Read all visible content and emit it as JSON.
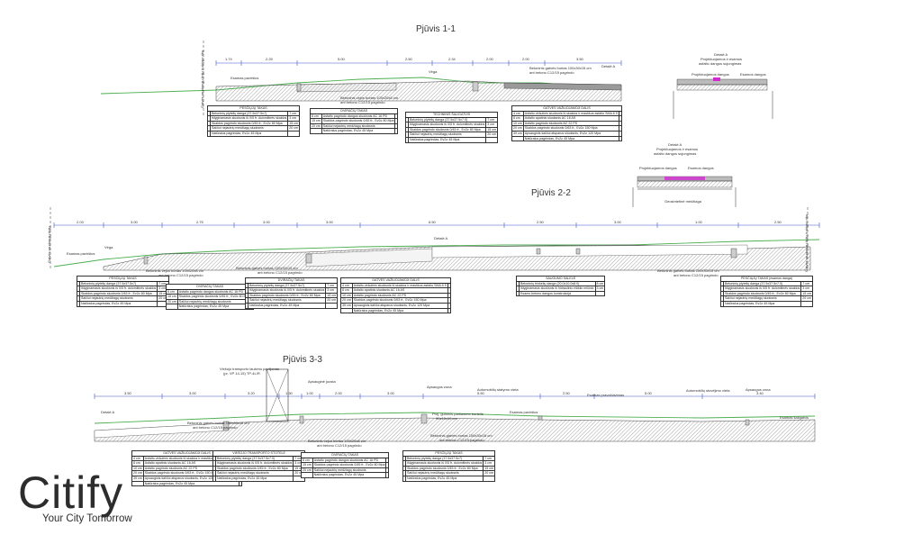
{
  "sections": {
    "s1": {
      "title": "Pjūvis 1-1",
      "dims": [
        "1.74",
        "2.25",
        "5.00",
        "2.50",
        "2.34",
        "2.00",
        "2.00",
        "3.50"
      ],
      "labels": {
        "existing_surface": "Esamas paviršius",
        "vega": "Vėga",
        "detail_a": "Detalė A",
        "curb_1": "Betoninis gatvės bortas 100x30x15 cm",
        "curb_1b": "ant betono C12/15 pagrindo",
        "curb_2": "Betoninis vejos bortas 100x20x8 cm",
        "curb_2b": "ant betono C12/15 pagrindo",
        "vertical_note": "Gatvės raudonųjų linijų ir sklypo ribų"
      },
      "tables": [
        {
          "title": "PĖSČIŲJŲ TAKAS",
          "rows": [
            [
              "",
              "Betoninių plytelių danga (37.5x37.5x7)",
              "7 cm"
            ],
            [
              "",
              "Išlyginamasis sluoksnis iš 0/5 fr. dolomitinės skaldos",
              "3 cm"
            ],
            [
              "",
              "Skaldos pagrindo sluoksnis 0/45 fr., Ev2≥ 80 Mpa",
              "15 cm"
            ],
            [
              "",
              "Šalčiui nejautrių medžiagų sluoksnis",
              "20 cm"
            ],
            [
              "",
              "Natūralus pagrindas, Ev2≥ 45 Mpa",
              ""
            ]
          ]
        },
        {
          "title": "DVIRAČIŲ TAKAS",
          "rows": [
            [
              "6 cm",
              "Asfalto pagrindo dangos sluoksnis AC 16 PD",
              ""
            ],
            [
              "15 cm",
              "Skaldos pagrindo sluoksnis 0/45 fr., Ev2≥ 80 Mpa",
              ""
            ],
            [
              "20 cm",
              "Šalčiui nejautrių medžiagų sluoksnis",
              ""
            ],
            [
              "",
              "Natūralus pagrindas, Ev2≥ 45 Mpa",
              ""
            ]
          ]
        },
        {
          "title": "TECHNINIS ŠALIGATVIS",
          "rows": [
            [
              "",
              "Betoninių plytelių danga (37.5x37.5x7.0)",
              "7 cm"
            ],
            [
              "",
              "Išlyginamasis sluoksnis iš 0/5 fr. dolomitinės skaldos",
              "3 cm"
            ],
            [
              "",
              "Skaldos pagrindo sluoksnis 0/45 fr., Ev2≥ 80 Mpa",
              "15 cm"
            ],
            [
              "",
              "Šalčiui nejautrių medžiagų sluoksnis",
              "20 cm"
            ],
            [
              "",
              "Natūralus pagrindas, Ev2≥ 45 Mpa",
              ""
            ]
          ]
        },
        {
          "title": "GATVĖS VAŽIUOJAMOJI DALIS",
          "rows": [
            [
              "4 cm",
              "Asfalto viršutinis sluoksnis iš skaldos ir mastikos asfalto SMA 8 S",
              ""
            ],
            [
              "8 cm",
              "Asfalto apatinis sluoksnis AC 16 AS",
              ""
            ],
            [
              "10 cm",
              "Asfalto pagrindo sluoksnis AC 22 PS",
              ""
            ],
            [
              "20 cm",
              "Skaldos pagrindo sluoksnis 0/63 fr., Ev2≥ 150 Mpa",
              ""
            ],
            [
              "39 cm",
              "Apsauginis šalčiui atsparus sluoksnis, Ev2≥ 120 Mpa",
              ""
            ],
            [
              "",
              "Natūralus pagrindas, Ev2≥ 45 Mpa",
              ""
            ]
          ]
        }
      ]
    },
    "detail1": {
      "title_lines": [
        "Detalė A",
        "Projektuojamos ir esamos",
        "asfalto dangos sujungimas"
      ],
      "designed": "Projektuojamos dangos",
      "existing": "Esamos dangos"
    },
    "detail2": {
      "title_lines": [
        "Detalė A",
        "Projektuojamos ir esamos",
        "asfalto dangos sujungimas"
      ],
      "designed": "Projektuojamos dangos",
      "existing": "Esamos dangos",
      "geotextile": "Geosintetinė medžiaga"
    },
    "s2": {
      "title": "Pjūvis 2-2",
      "dims": [
        "2.03",
        "3.00",
        "2.75",
        "3.00",
        "3.00",
        "6.50",
        "2.50",
        "3.00",
        "1.00",
        "2.50"
      ],
      "labels": {
        "existing_surface": "Esamas paviršius",
        "vega": "Vėga",
        "detail_a": "Detalė A",
        "curb_1": "Betoninis vejos bortas 100x20x8 cm",
        "curb_1b": "ant betono C12/15 pagrindo",
        "curb_2": "Betoninis gatvės bortas 100x30x15 cm",
        "curb_2b": "ant betono C12/15 pagrindo",
        "curb_3": "Betoninis gatvės bortas 100x30x15 cm",
        "curb_3b": "ant betono C12/15 pagrindo",
        "vertical_left": "Gatvės raudonųjų linijų",
        "vertical_right": "Gatvės raudonųjų linijų ir sklypo ribų"
      },
      "tables": [
        {
          "title": "PĖSČIŲJŲ TAKAS",
          "rows": [
            [
              "",
              "Betoninių plytelių danga (37.5x37.5x7)",
              "7 cm"
            ],
            [
              "",
              "Išlyginamasis sluoksnis iš 0/5 fr. dolomitinės skaldos",
              "3 cm"
            ],
            [
              "",
              "Skaldos pagrindo sluoksnis 0/45 fr., Ev2≥ 80 Mpa",
              "15 cm"
            ],
            [
              "",
              "Šalčiui nejautrių medžiagų sluoksnis",
              "20 cm"
            ],
            [
              "",
              "Natūralus pagrindas, Ev2≥ 45 Mpa",
              ""
            ]
          ]
        },
        {
          "title": "DVIRAČIŲ TAKAS",
          "rows": [
            [
              "6 cm",
              "Asfalto pagrindo dangos sluoksnis AC 16 PD",
              ""
            ],
            [
              "15 cm",
              "Skaldos pagrindo sluoksnis 0/45 fr., Ev2≥ 80 Mpa",
              ""
            ],
            [
              "20 cm",
              "Šalčiui nejautrių medžiagų sluoksnis",
              ""
            ],
            [
              "",
              "Natūralus pagrindas, Ev2≥ 45 Mpa",
              ""
            ]
          ]
        },
        {
          "title": "DVIRAČIŲ TAKAS",
          "rows": [
            [
              "",
              "Betoninių plytelių danga (37.5x37.5x7)",
              "7 cm"
            ],
            [
              "",
              "Išlyginamasis sluoksnis iš 0/5 fr. dolomitinės skaldos",
              "3 cm"
            ],
            [
              "",
              "Skaldos pagrindo sluoksnis 0/45 fr., Ev2≥ 80 Mpa",
              "15 cm"
            ],
            [
              "",
              "Šalčiui nejautrių medžiagų sluoksnis",
              "20 cm"
            ],
            [
              "",
              "Natūralus pagrindas, Ev2≥ 45 Mpa",
              ""
            ]
          ]
        },
        {
          "title": "GATVĖS VAŽIUOJAMOJI DALIS",
          "rows": [
            [
              "4 cm",
              "Asfalto viršutinis sluoksnis iš skaldos ir mastikos asfalto SMA 8 S",
              ""
            ],
            [
              "8 cm",
              "Asfalto apatinis sluoksnis AC 16 AS",
              ""
            ],
            [
              "10 cm",
              "Asfalto pagrindo sluoksnis AC 22 PS",
              ""
            ],
            [
              "20 cm",
              "Skaldos pagrindo sluoksnis 0/63 fr., Ev2≥ 150 Mpa",
              ""
            ],
            [
              "39 cm",
              "Apsauginis šalčiui atsparus sluoksnis, Ev2≥ 120 Mpa",
              ""
            ],
            [
              "",
              "Natūralus pagrindas, Ev2≥ 45 Mpa",
              ""
            ]
          ]
        },
        {
          "title": "SAUGUMO SALELĖ",
          "rows": [
            [
              "",
              "Betoninių trinkelių danga (20.0x10.0x8.0)",
              "8 cm"
            ],
            [
              "",
              "Išlyginamasis sluoksnis iš hidraulinio rišiklio mišinio",
              "3 cm"
            ],
            [
              "",
              "Esamo betono dangos konstrukcija",
              ""
            ]
          ]
        },
        {
          "title": "PĖSČIŲJŲ TAKAS (esamos danga)",
          "rows": [
            [
              "",
              "Betoninių plytelių danga (37.5x37.5x7.0)",
              "7 cm"
            ],
            [
              "",
              "Išlyginamasis sluoksnis iš 0/5 fr. dolomitinės skaldos",
              "3 cm"
            ],
            [
              "",
              "Skaldos pagrindo sluoksnis 0/45 fr., Ev2≥ 80 Mpa",
              "15 cm"
            ],
            [
              "",
              "Šalčiui nejautrių medžiagų sluoksnis",
              "20 cm"
            ],
            [
              "",
              "Natūralus pagrindas, Ev2≥ 45 Mpa",
              ""
            ]
          ]
        }
      ]
    },
    "s3": {
      "title": "Pjūvis 3-3",
      "dims": [
        "3.50",
        "3.00",
        "3.20",
        "1.30",
        "1.00",
        "2.00",
        "3.00",
        "5.50",
        "2.50",
        "5.00",
        "3.40"
      ],
      "labels": {
        "detail_a": "Detalė A",
        "transport_pavilion": "Viešojo transporto laukimo paviljonas",
        "transport_pavilion_b": "(pr. VP 14-15) TP-4L/R",
        "protective_strip": "Apsauginė juosta",
        "protective_zone": "Apsaugos zona",
        "parking": "Automobilių statymo vieta",
        "existing_passage": "Esamas pravažiavimas",
        "parking_2": "Automobilių stovėjimo vieta",
        "protective_zone_2": "Apsaugos zona",
        "existing_surface": "Esamas paviršius",
        "existing_sidewalk": "Esamas šaligatvis",
        "curb_1": "Betoninis gatvės bortas 100x30x15 cm",
        "curb_1b": "ant betono C12/15 pagrindo",
        "curb_2": "Betoninis vejos bortas 100x20x8 cm",
        "curb_2b": "ant betono C12/15 pagrindo",
        "curb_3": "Betoninis gatvės bortas 100x30x15 cm",
        "curb_3b": "ant betono C12/15 pagrindo",
        "parking_curb": "Proj. guminis parkavimo bortelis",
        "parking_curb_b": "90x15x10 cm"
      },
      "tables": [
        {
          "title": "GATVĖS VAŽIUOJAMOJI DALIS",
          "rows": [
            [
              "4 cm",
              "Asfalto viršutinis sluoksnis iš skaldos ir mastikos asfalto SMA 8 S",
              ""
            ],
            [
              "8 cm",
              "Asfalto apatinis sluoksnis AC 16 AS",
              ""
            ],
            [
              "10 cm",
              "Asfalto pagrindo sluoksnis AC 22 PS",
              ""
            ],
            [
              "20 cm",
              "Skaldos pagrindo sluoksnis 0/63 fr., Ev2≥ 150 Mpa",
              ""
            ],
            [
              "39 cm",
              "Apsauginis šalčiui atsparus sluoksnis, Ev2≥ 120 Mpa",
              ""
            ],
            [
              "",
              "Natūralus pagrindas, Ev2≥ 45 Mpa",
              ""
            ]
          ]
        },
        {
          "title": "VIEŠOJO TRANSPORTO STOTELĖ",
          "rows": [
            [
              "",
              "Betoninių plytelių danga (37.5x37.5x7.0)",
              "7 cm"
            ],
            [
              "",
              "Išlyginamasis sluoksnis iš 0/5 fr. dolomitinės skaldos",
              "3 cm"
            ],
            [
              "",
              "Skaldos pagrindo sluoksnis 0/45 fr., Ev2≥ 80 Mpa",
              "15 cm"
            ],
            [
              "",
              "Šalčiui nejautrių medžiagų sluoksnis",
              "20 cm"
            ],
            [
              "",
              "Natūralus pagrindas, Ev2≥ 45 Mpa",
              ""
            ]
          ]
        },
        {
          "title": "DVIRAČIŲ TAKAS",
          "rows": [
            [
              "6 cm",
              "Asfalto pagrindo dangos sluoksnis AC 16 PD",
              ""
            ],
            [
              "15 cm",
              "Skaldos pagrindo sluoksnis 0/45 fr., Ev2≥ 80 Mpa",
              ""
            ],
            [
              "20 cm",
              "Šalčiui nejautrių medžiagų sluoksnis",
              ""
            ],
            [
              "",
              "Natūralus pagrindas, Ev2≥ 45 Mpa",
              ""
            ]
          ]
        },
        {
          "title": "PĖSČIŲJŲ TAKAS",
          "rows": [
            [
              "",
              "Betoninių plytelių danga (37.5x37.5x7)",
              "7 cm"
            ],
            [
              "",
              "Išlyginamasis sluoksnis iš 0/5 fr. dolomitinės skaldos",
              "3 cm"
            ],
            [
              "",
              "Skaldos pagrindo sluoksnis 0/45 fr., Ev2≥ 80 Mpa",
              "15 cm"
            ],
            [
              "",
              "Šalčiui nejautrių medžiagų sluoksnis",
              "20 cm"
            ],
            [
              "",
              "Natūralus pagrindas, Ev2≥ 45 Mpa",
              ""
            ]
          ]
        }
      ]
    }
  },
  "logo": {
    "name": "Citify",
    "tagline": "Your City Tomorrow"
  },
  "colors": {
    "dim_line": "#3a52c8",
    "ground": "#4caf50",
    "hatch": "#555555",
    "text": "#222222",
    "magenta": "#d12ad1"
  }
}
